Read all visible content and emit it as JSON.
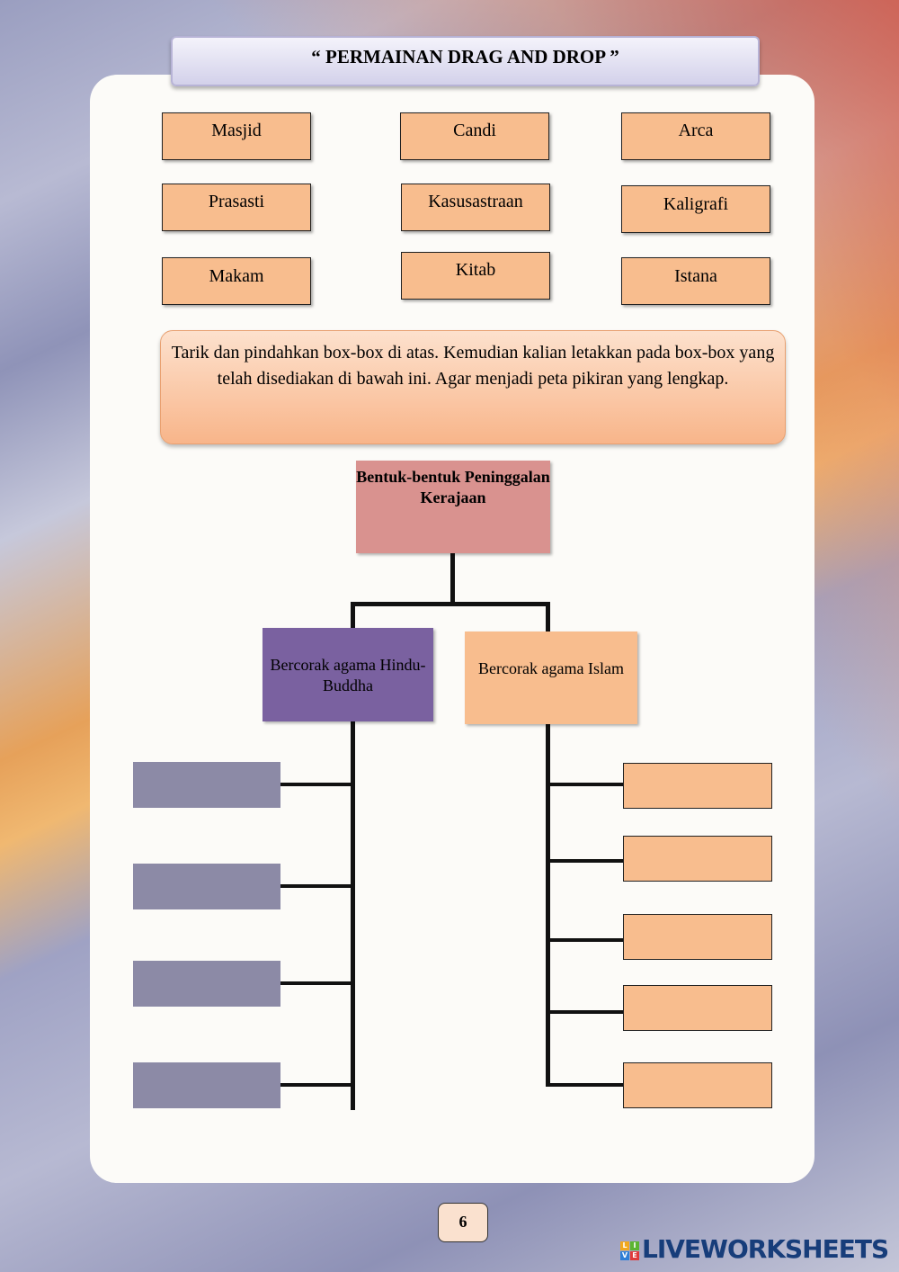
{
  "title": "“ PERMAINAN DRAG AND DROP ”",
  "chips": [
    "Masjid",
    "Candi",
    "Arca",
    "Prasasti",
    "Kasusastraan",
    "Kaligrafi",
    "Makam",
    "Kitab",
    "Istana"
  ],
  "instruction": "Tarik dan pindahkan box-box di atas. Kemudian kalian letakkan pada box-box yang telah disediakan di bawah ini. Agar menjadi peta pikiran yang lengkap.",
  "root": "Bentuk-bentuk Peninggalan Kerajaan",
  "left_category": "Bercorak agama Hindu-Buddha",
  "right_category": "Bercorak agama Islam",
  "page_number": "6",
  "brand": {
    "name": "LIVEWORKSHEETS",
    "letters": [
      "L",
      "I",
      "V",
      "E"
    ]
  }
}
